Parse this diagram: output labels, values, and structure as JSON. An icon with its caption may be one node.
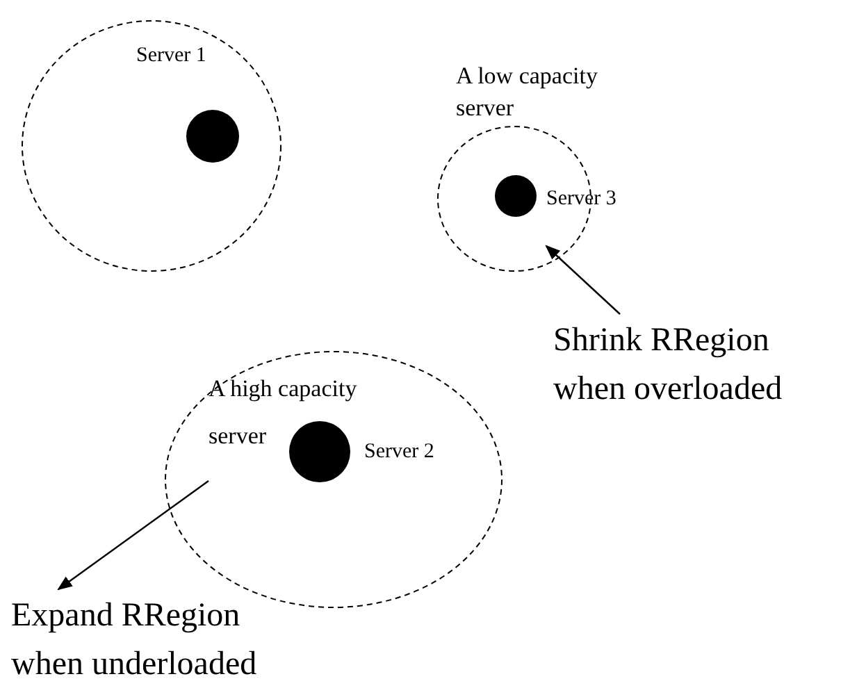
{
  "diagram": {
    "nodes": [
      {
        "text": [],
        "shape": "circle"
      },
      {
        "text": [],
        "shape": "circle",
        "in": 0,
        "beside": [
          "Server 1"
        ]
      },
      {
        "text": [
          "A low capacity server"
        ]
      },
      {
        "text": [],
        "shape": "circle",
        "in": 2,
        "beside": [
          "Server 3"
        ]
      },
      {
        "text": [
          "A high capacity server"
        ]
      },
      {
        "text": [],
        "shape": "circle",
        "in": 4,
        "beside": [
          "Server 2"
        ]
      },
      {
        "text": [
          "Shrink RRegion when overloaded"
        ]
      },
      {
        "text": [
          "Expand RRegion when underloaded"
        ]
      }
    ],
    "edges": [
      {
        "from": 6,
        "to": 2,
        "arrow": "to"
      },
      {
        "from": 4,
        "to": 7,
        "arrow": "to"
      }
    ]
  }
}
